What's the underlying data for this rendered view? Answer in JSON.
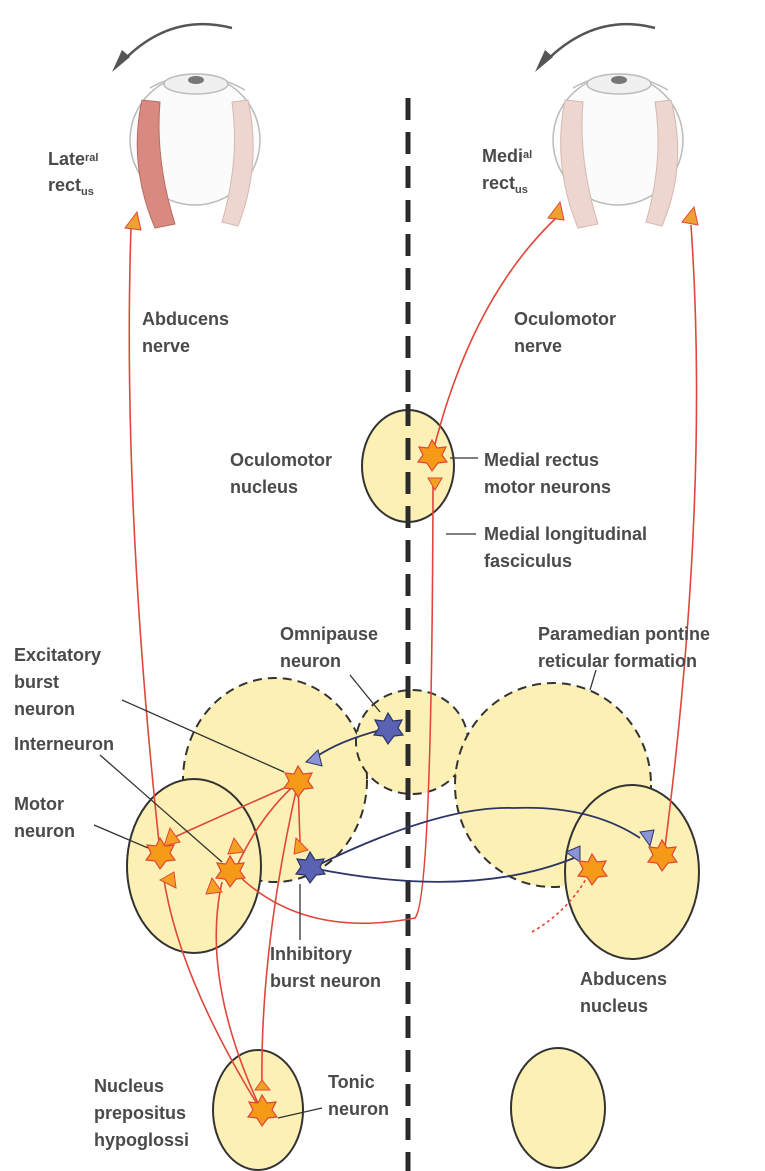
{
  "colors": {
    "nucleus_fill": "#fdf0b4",
    "axon": "#e0463a",
    "inhibitory_axon": "#2c3566",
    "excitatory_cell": "#f59a16",
    "inhibitory_cell": "#5b62b3",
    "label": "#4a4a4a",
    "midline": "#2b2b2b"
  },
  "labels": {
    "left_eye_line1": "Late",
    "left_eye_line1_sub": "ral",
    "left_eye_line2": "rect",
    "left_eye_line2_sub": "us",
    "right_eye_line1": "Medi",
    "right_eye_line1_sub": "al",
    "right_eye_line2": "rect",
    "right_eye_line2_sub": "us",
    "abducens_nerve": [
      "Abducens",
      "nerve"
    ],
    "oculomotor_nerve": [
      "Oculomotor",
      "nerve"
    ],
    "oculomotor_nucleus": [
      "Oculomotor",
      "nucleus"
    ],
    "medial_rectus_motor_neurons": [
      "Medial rectus",
      "motor neurons"
    ],
    "mlf": [
      "Medial longitudinal",
      "fasciculus"
    ],
    "omnipause_neuron": [
      "Omnipause",
      "neuron"
    ],
    "pprf": [
      "Paramedian pontine",
      "reticular formation"
    ],
    "excitatory_burst_neuron": [
      "Excitatory",
      "burst",
      "neuron"
    ],
    "interneuron": [
      "Interneuron"
    ],
    "motor_neuron": [
      "Motor",
      "neuron"
    ],
    "inhibitory_burst_neuron": [
      "Inhibitory",
      "burst neuron"
    ],
    "abducens_nucleus": [
      "Abducens",
      "nucleus"
    ],
    "nucleus_prepositus": [
      "Nucleus",
      "prepositus",
      "hypoglossi"
    ],
    "tonic_neuron": [
      "Tonic",
      "neuron"
    ]
  }
}
